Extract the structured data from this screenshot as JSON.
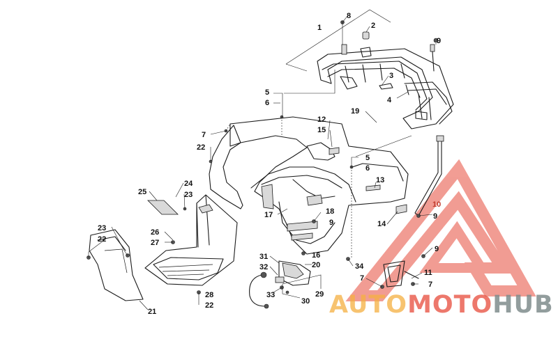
{
  "colors": {
    "line": "#1a1a1a",
    "watermark_red": "#e74c3c",
    "watermark_orange": "#f5b041",
    "watermark_gray": "#7f8c8d"
  },
  "callouts": [
    {
      "id": "c1",
      "text": "1"
    },
    {
      "id": "c2",
      "text": "2"
    },
    {
      "id": "c3",
      "text": "3"
    },
    {
      "id": "c4",
      "text": "4"
    },
    {
      "id": "c5a",
      "text": "5"
    },
    {
      "id": "c6a",
      "text": "6"
    },
    {
      "id": "c5b",
      "text": "5"
    },
    {
      "id": "c6b",
      "text": "6"
    },
    {
      "id": "c7a",
      "text": "7"
    },
    {
      "id": "c7b",
      "text": "7"
    },
    {
      "id": "c7c",
      "text": "7"
    },
    {
      "id": "c8",
      "text": "8"
    },
    {
      "id": "c9a",
      "text": "9"
    },
    {
      "id": "c9b",
      "text": "9"
    },
    {
      "id": "c9c",
      "text": "9"
    },
    {
      "id": "c9d",
      "text": "9"
    },
    {
      "id": "c10",
      "text": "10"
    },
    {
      "id": "c11",
      "text": "11"
    },
    {
      "id": "c12",
      "text": "12"
    },
    {
      "id": "c13",
      "text": "13"
    },
    {
      "id": "c14",
      "text": "14"
    },
    {
      "id": "c15",
      "text": "15"
    },
    {
      "id": "c16",
      "text": "16"
    },
    {
      "id": "c17",
      "text": "17"
    },
    {
      "id": "c18",
      "text": "18"
    },
    {
      "id": "c19",
      "text": "19"
    },
    {
      "id": "c20",
      "text": "20"
    },
    {
      "id": "c21",
      "text": "21"
    },
    {
      "id": "c22a",
      "text": "22"
    },
    {
      "id": "c22b",
      "text": "22"
    },
    {
      "id": "c22c",
      "text": "22"
    },
    {
      "id": "c23a",
      "text": "23"
    },
    {
      "id": "c23b",
      "text": "23"
    },
    {
      "id": "c24",
      "text": "24"
    },
    {
      "id": "c25",
      "text": "25"
    },
    {
      "id": "c26",
      "text": "26"
    },
    {
      "id": "c27",
      "text": "27"
    },
    {
      "id": "c28",
      "text": "28"
    },
    {
      "id": "c29",
      "text": "29"
    },
    {
      "id": "c30",
      "text": "30"
    },
    {
      "id": "c31",
      "text": "31"
    },
    {
      "id": "c32",
      "text": "32"
    },
    {
      "id": "c33",
      "text": "33"
    },
    {
      "id": "c34",
      "text": "34"
    }
  ],
  "watermark": {
    "part1": "AUTO",
    "part2": "MOTO",
    "part3": "HUB"
  }
}
